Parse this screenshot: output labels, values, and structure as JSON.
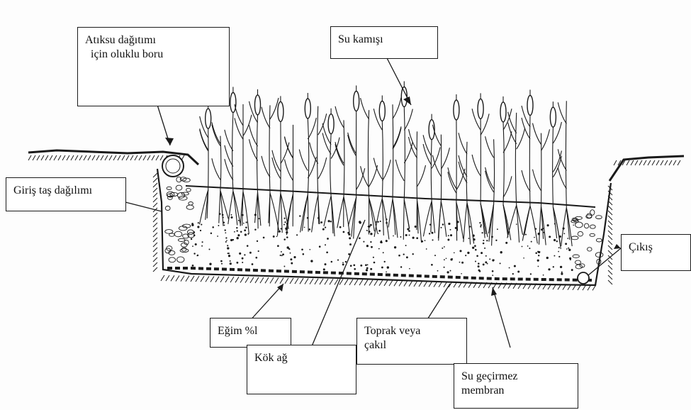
{
  "labels": {
    "corrugated_pipe": {
      "line1": "Atıksu dağıtımı",
      "line2": "için oluklu boru"
    },
    "reed": "Su kamışı",
    "inlet_stone": "Giriş taş dağılımı",
    "outlet": "Çıkış",
    "slope": "Eğim %l",
    "root_network": "Kök ağ",
    "soil_gravel": {
      "line1": "Toprak veya",
      "line2": "çakıl"
    },
    "membrane": {
      "line1": "Su geçirmez",
      "line2": "membran"
    }
  },
  "colors": {
    "ink": "#1a1a1a",
    "paper": "#fdfdfd",
    "box": "#ffffff"
  }
}
